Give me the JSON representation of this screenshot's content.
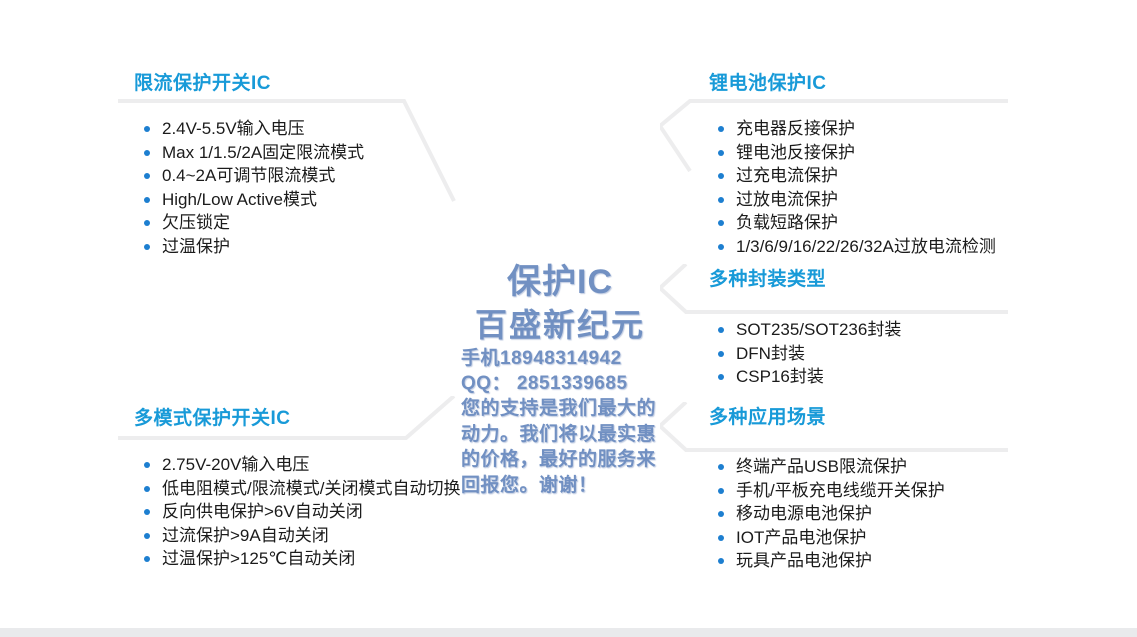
{
  "watermark": {
    "heading": "保护IC",
    "company": "百盛新纪元",
    "phone": "手机18948314942",
    "qq": "QQ： 2851339685",
    "message": "您的支持是我们最大的动力。我们将以最实惠的价格，最好的服务来回报您。谢谢！",
    "color": "#7190c2"
  },
  "theme": {
    "title_color": "#189ad8",
    "bullet_color": "#1d7fd0",
    "body_text_color": "#1b1b1b",
    "divider_color": "#ededee",
    "background": "#ffffff",
    "bottom_strip_color": "#e9eaec"
  },
  "sections": [
    {
      "id": "current-limit-protection-switch-ic",
      "title": "限流保护开关IC",
      "items": [
        "2.4V-5.5V输入电压",
        "Max 1/1.5/2A固定限流模式",
        "0.4~2A可调节限流模式",
        "High/Low Active模式",
        "欠压锁定",
        "过温保护"
      ]
    },
    {
      "id": "lithium-battery-protection-ic",
      "title": "锂电池保护IC",
      "items": [
        "充电器反接保护",
        "锂电池反接保护",
        "过充电流保护",
        "过放电流保护",
        "负载短路保护",
        "1/3/6/9/16/22/26/32A过放电流检测"
      ]
    },
    {
      "id": "package-types",
      "title": "多种封装类型",
      "items": [
        "SOT235/SOT236封装",
        "DFN封装",
        "CSP16封装"
      ]
    },
    {
      "id": "multi-mode-protection-switch-ic",
      "title": "多模式保护开关IC",
      "items": [
        "2.75V-20V输入电压",
        "低电阻模式/限流模式/关闭模式自动切换",
        "反向供电保护>6V自动关闭",
        "过流保护>9A自动关闭",
        "过温保护>125℃自动关闭"
      ]
    },
    {
      "id": "application-scenarios",
      "title": "多种应用场景",
      "items": [
        "终端产品USB限流保护",
        "手机/平板充电线缆开关保护",
        "移动电源电池保护",
        "IOT产品电池保护",
        "玩具产品电池保护"
      ]
    }
  ]
}
